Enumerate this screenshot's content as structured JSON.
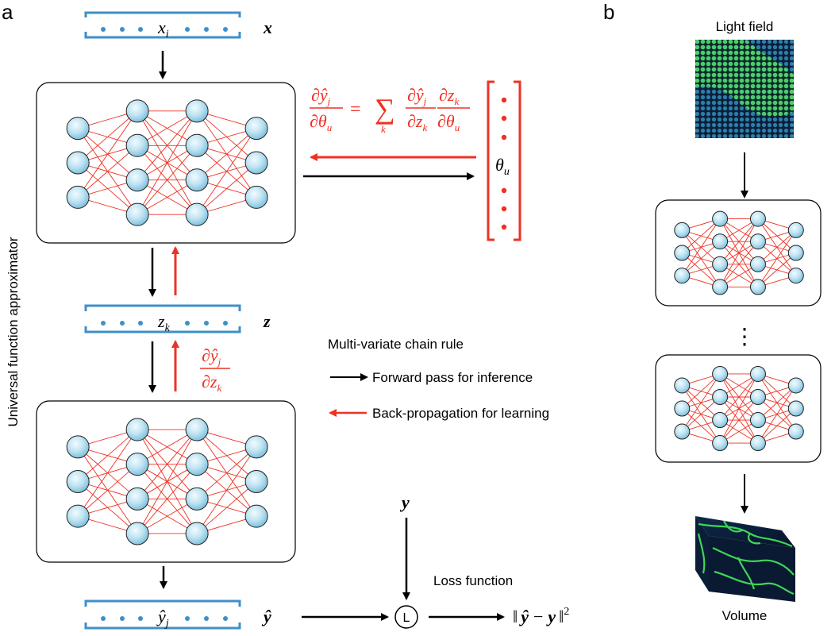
{
  "panels": {
    "a": {
      "label": "a"
    },
    "b": {
      "label": "b"
    }
  },
  "side_label": "Universal function approximator",
  "input": {
    "cell": "x",
    "cell_sub": "i",
    "vector_name": "x"
  },
  "latent": {
    "cell": "z",
    "cell_sub": "k",
    "vector_name": "z"
  },
  "output": {
    "cell": "ŷ",
    "cell_sub": "j",
    "vector_name": "ŷ"
  },
  "params": {
    "label": "θ",
    "label_sub": "u"
  },
  "equation": {
    "lhs_num": "∂ŷ",
    "lhs_num_sub": "j",
    "lhs_den": "∂θ",
    "lhs_den_sub": "u",
    "eq": "=",
    "sum": "∑",
    "sum_sub": "k",
    "t1_num": "∂ŷ",
    "t1_num_sub": "j",
    "t1_den": "∂z",
    "t1_den_sub": "k",
    "t2_num": "∂z",
    "t2_num_sub": "k",
    "t2_den": "∂θ",
    "t2_den_sub": "u"
  },
  "partial": {
    "num": "∂ŷ",
    "num_sub": "j",
    "den": "∂z",
    "den_sub": "k"
  },
  "legend": {
    "title": "Multi-variate chain rule",
    "forward": "Forward pass for inference",
    "backward": "Back-propagation for learning"
  },
  "target": {
    "label": "y"
  },
  "loss": {
    "node": "L",
    "title": "Loss function",
    "open": "‖",
    "yhat": "ŷ",
    "minus": "−",
    "y": "y",
    "close": "‖",
    "power": "2"
  },
  "panel_b": {
    "top_label": "Light field",
    "bottom_label": "Volume",
    "ellipsis": "⋮"
  },
  "colors": {
    "forward": "#000000",
    "backward": "#ee3124",
    "vector_border": "#3f8fc8",
    "node_fill": "#bfe3f2",
    "edge": "#ee3124"
  },
  "icons": {
    "light_field": "light-field-image",
    "volume": "volume-render"
  }
}
